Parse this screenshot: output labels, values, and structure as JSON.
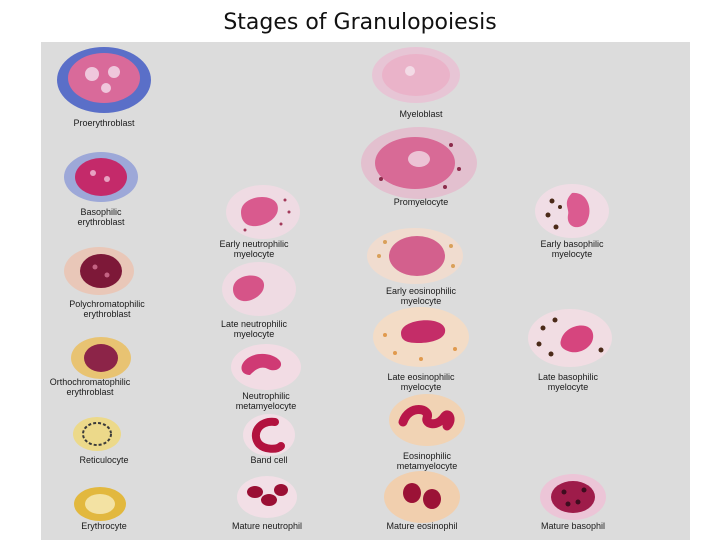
{
  "page": {
    "title": "Stages of Granulopoiesis"
  },
  "erythroid": {
    "proerythroblast": "Proerythroblast",
    "basophilic_l1": "Basophilic",
    "basophilic_l2": "erythroblast",
    "polychromatophilic_l1": "Polychromatophilic",
    "polychromatophilic_l2": "erythroblast",
    "orthochromatophilic_l1": "Orthochromatophilic",
    "orthochromatophilic_l2": "erythroblast",
    "reticulocyte": "Reticulocyte",
    "erythrocyte": "Erythrocyte"
  },
  "neutrophil": {
    "early_l1": "Early neutrophilic",
    "early_l2": "myelocyte",
    "late_l1": "Late neutrophilic",
    "late_l2": "myelocyte",
    "meta_l1": "Neutrophilic",
    "meta_l2": "metamyelocyte",
    "band": "Band cell",
    "mature": "Mature neutrophil"
  },
  "eosinophil": {
    "myeloblast": "Myeloblast",
    "promyelocyte": "Promyelocyte",
    "early_l1": "Early eosinophilic",
    "early_l2": "myelocyte",
    "late_l1": "Late eosinophilic",
    "late_l2": "myelocyte",
    "meta_l1": "Eosinophilic",
    "meta_l2": "metamyelocyte",
    "mature": "Mature eosinophil"
  },
  "basophil": {
    "early_l1": "Early basophilic",
    "early_l2": "myelocyte",
    "late_l1": "Late basophilic",
    "late_l2": "myelocyte",
    "mature": "Mature basophil"
  }
}
